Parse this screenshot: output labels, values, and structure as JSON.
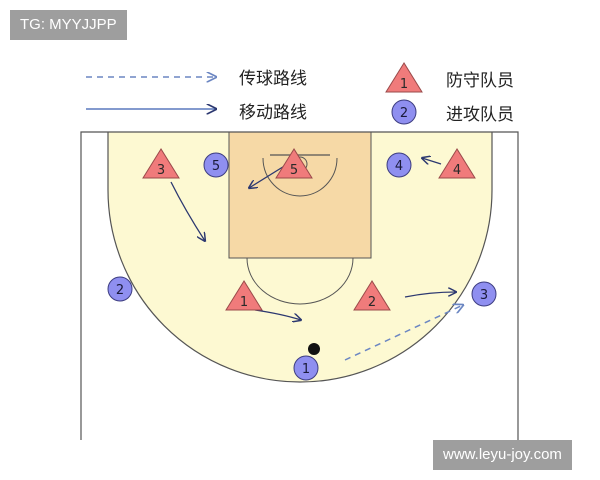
{
  "watermarks": {
    "top_left": "TG: MYYJJPP",
    "bottom_right": "www.leyu-joy.com"
  },
  "legend": {
    "pass_route": "传球路线",
    "move_route": "移动路线",
    "defender": "防守队员",
    "attacker": "进攻队员",
    "defender_symbol": "1",
    "attacker_symbol": "2"
  },
  "players": {
    "defenders": [
      {
        "id": "defender-1",
        "number": "1"
      },
      {
        "id": "defender-2",
        "number": "2"
      },
      {
        "id": "defender-3",
        "number": "3"
      },
      {
        "id": "defender-4",
        "number": "4"
      },
      {
        "id": "defender-5",
        "number": "5"
      }
    ],
    "attackers": [
      {
        "id": "attacker-1",
        "number": "1"
      },
      {
        "id": "attacker-2",
        "number": "2"
      },
      {
        "id": "attacker-3",
        "number": "3"
      },
      {
        "id": "attacker-4",
        "number": "4"
      },
      {
        "id": "attacker-5",
        "number": "5"
      }
    ]
  },
  "colors": {
    "court_fill": "#fdf9d2",
    "key_fill": "#f6d9a6",
    "defender_fill": "#f07b7b",
    "attacker_fill": "#8f8ff0",
    "pass_arrow": "#6b86c2",
    "move_arrow": "#2c3870"
  }
}
